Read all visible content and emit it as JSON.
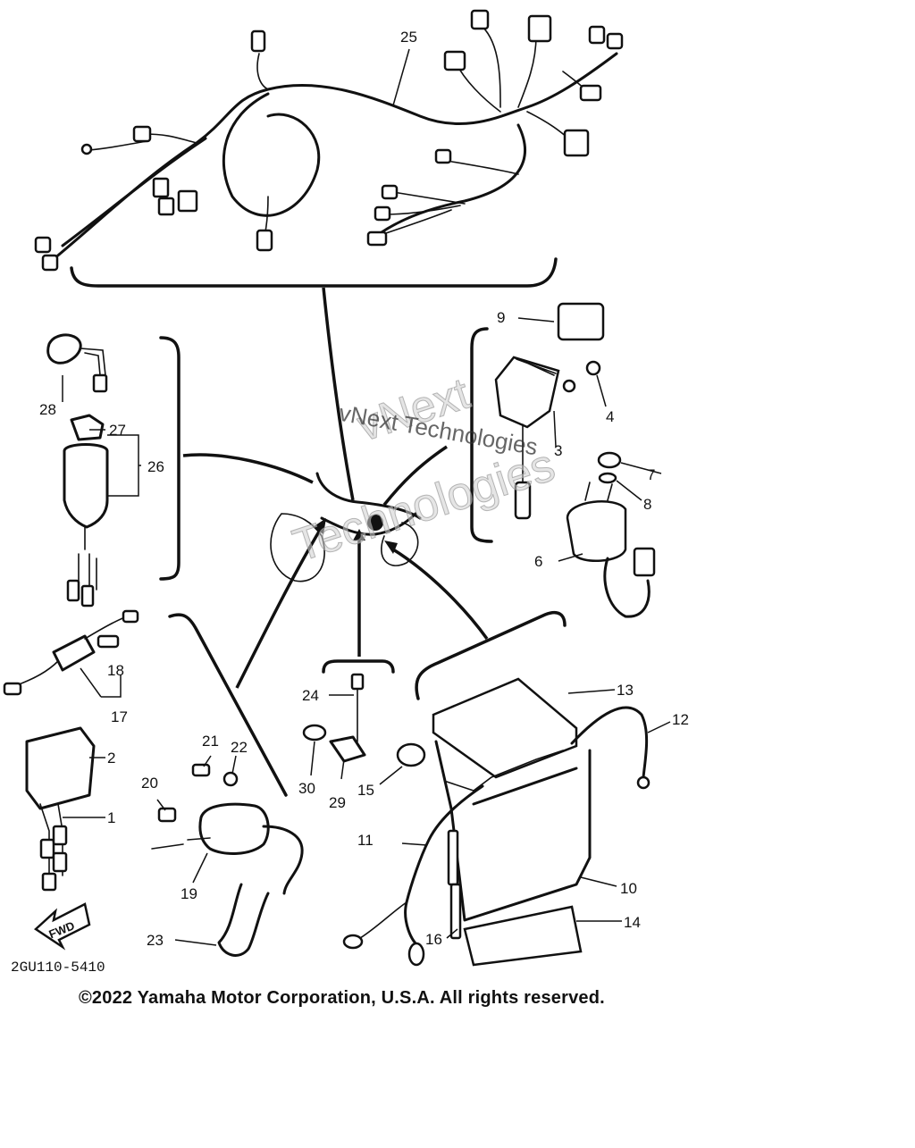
{
  "diagram": {
    "callouts": [
      {
        "id": "p1",
        "label": "1"
      },
      {
        "id": "p2",
        "label": "2"
      },
      {
        "id": "p3",
        "label": "3"
      },
      {
        "id": "p4",
        "label": "4"
      },
      {
        "id": "p6",
        "label": "6"
      },
      {
        "id": "p7",
        "label": "7"
      },
      {
        "id": "p8",
        "label": "8"
      },
      {
        "id": "p9",
        "label": "9"
      },
      {
        "id": "p10",
        "label": "10"
      },
      {
        "id": "p11",
        "label": "11"
      },
      {
        "id": "p12",
        "label": "12"
      },
      {
        "id": "p13",
        "label": "13"
      },
      {
        "id": "p14",
        "label": "14"
      },
      {
        "id": "p15",
        "label": "15"
      },
      {
        "id": "p16",
        "label": "16"
      },
      {
        "id": "p17",
        "label": "17"
      },
      {
        "id": "p18",
        "label": "18"
      },
      {
        "id": "p19",
        "label": "19"
      },
      {
        "id": "p20",
        "label": "20"
      },
      {
        "id": "p21",
        "label": "21"
      },
      {
        "id": "p22",
        "label": "22"
      },
      {
        "id": "p23",
        "label": "23"
      },
      {
        "id": "p24",
        "label": "24"
      },
      {
        "id": "p25",
        "label": "25"
      },
      {
        "id": "p26",
        "label": "26"
      },
      {
        "id": "p27",
        "label": "27"
      },
      {
        "id": "p28",
        "label": "28"
      },
      {
        "id": "p29",
        "label": "29"
      },
      {
        "id": "p30",
        "label": "30"
      }
    ],
    "fwd_label": "FWD",
    "drawing_number": "2GU110-5410",
    "watermark_line1": "vNext",
    "watermark_line2": "Technologies",
    "watermark_line3": "vNext Technologies",
    "copyright": "©2022 Yamaha Motor Corporation, U.S.A. All rights reserved."
  }
}
